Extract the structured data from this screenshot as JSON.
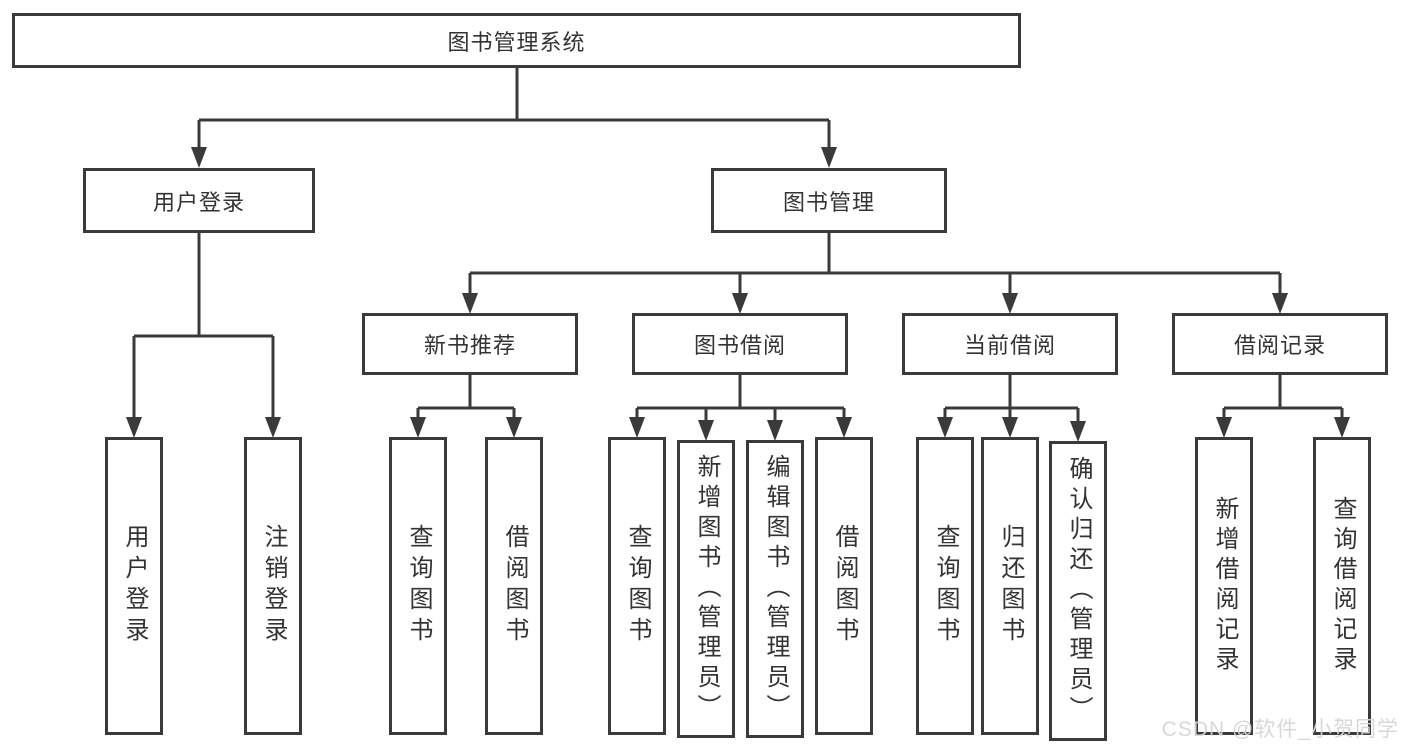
{
  "diagram": {
    "watermark": "CSDN @软件_小贺同学",
    "colors": {
      "line": "#3a3a3a",
      "text": "#333333",
      "background": "#ffffff",
      "watermark": "#d6d6d6"
    },
    "root": {
      "label": "图书管理系统",
      "children": [
        {
          "label": "用户登录",
          "children": [
            {
              "label": "用户登录"
            },
            {
              "label": "注销登录"
            }
          ]
        },
        {
          "label": "图书管理",
          "children": [
            {
              "label": "新书推荐",
              "children": [
                {
                  "label": "查询图书"
                },
                {
                  "label": "借阅图书"
                }
              ]
            },
            {
              "label": "图书借阅",
              "children": [
                {
                  "label": "查询图书"
                },
                {
                  "label": "新增图书（管理员）"
                },
                {
                  "label": "编辑图书（管理员）"
                },
                {
                  "label": "借阅图书"
                }
              ]
            },
            {
              "label": "当前借阅",
              "children": [
                {
                  "label": "查询图书"
                },
                {
                  "label": "归还图书"
                },
                {
                  "label": "确认归还（管理员）"
                }
              ]
            },
            {
              "label": "借阅记录",
              "children": [
                {
                  "label": "新增借阅记录"
                },
                {
                  "label": "查询借阅记录"
                }
              ]
            }
          ]
        }
      ]
    }
  }
}
